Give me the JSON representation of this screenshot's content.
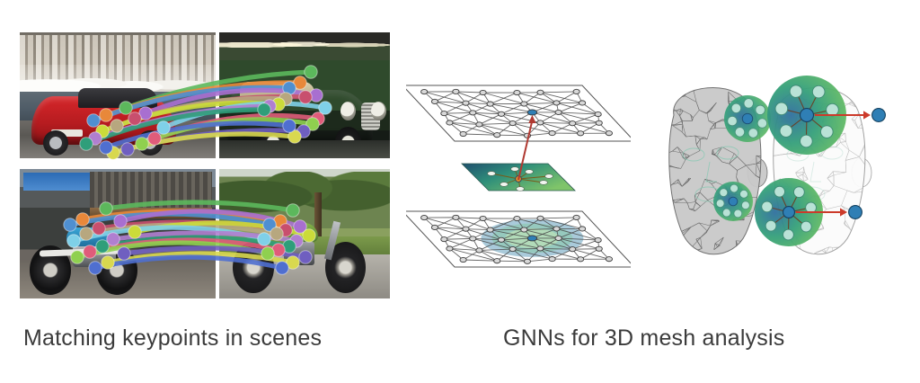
{
  "figure": {
    "title_left": "Matching keypoints in scenes",
    "title_right": "GNNs for 3D mesh analysis",
    "panels": [
      {
        "id": "matching-keypoints",
        "caption": "Matching keypoints in scenes",
        "rows": [
          {
            "id": "cars-row",
            "left_image": {
              "name": "red-sports-car-harbour",
              "description": "Red Ferrari convertible photographed from rear three-quarter with a marina of white yachts and a hillside city skyline behind",
              "dominant_colors": [
                "#c2232a",
                "#6f7a84",
                "#efece3"
              ]
            },
            "right_image": {
              "name": "green-vintage-car-showroom",
              "description": "Dark green vintage Mercedes saloon in an indoor showroom with green drape backdrop and ceiling lights",
              "dominant_colors": [
                "#134a27",
                "#2f4a2c",
                "#d9cfae"
              ]
            }
          },
          {
            "id": "motorbikes-row",
            "left_image": {
              "name": "blue-classic-motorcycle",
              "description": "Classic motorcycle with blue fuel tank parked on paving in front of a shop wall, other bikes behind",
              "dominant_colors": [
                "#3aa7d8",
                "#3c3f3d",
                "#8e877d"
              ]
            },
            "right_image": {
              "name": "green-dirt-bike-driveway",
              "description": "Green off-road motorcycle on a concrete driveway with trees, grass and a house behind",
              "dominant_colors": [
                "#86b44a",
                "#6d8450",
                "#b5b2aa"
              ]
            }
          }
        ],
        "keypoint_palette": [
          "#5cb85c",
          "#e8883a",
          "#4f8fd0",
          "#a86fd0",
          "#c84f6e",
          "#b7a77f",
          "#cbdb3a",
          "#7fd0e8",
          "#b07fd0",
          "#2f9e7a",
          "#e05c7a",
          "#8fd04f",
          "#6f5fc0",
          "#d8d84f",
          "#4f6fd0"
        ],
        "match_line_count": 15
      },
      {
        "id": "gnn-mesh",
        "caption": "GNNs for 3D mesh analysis",
        "diagrams": [
          {
            "id": "stacked-graph-planes",
            "description": "Three stacked layers: an upper triangulated graph plane receiving a red arrow at one highlighted node, a small middle heat-map patch showing the local aggregation kernel, and a lower triangulated graph plane with a green diffused activation region",
            "layers": [
              {
                "name": "output-graph-plane",
                "position": "top",
                "highlight_node_color": "#2f7fb5",
                "node_color": "#d8d8d8",
                "edge_color": "#4a4a4a"
              },
              {
                "name": "aggregation-kernel-patch",
                "position": "middle",
                "surface_colors": [
                  "#1f4f6e",
                  "#2f8f7a",
                  "#7fc46a"
                ],
                "center_node_color": "#e08a2a"
              },
              {
                "name": "input-graph-plane",
                "position": "bottom",
                "activation_colors": [
                  "#2f7fa5",
                  "#62b58f",
                  "#a8d8a0"
                ],
                "highlight_node_color": "#2f7fb5"
              }
            ],
            "arrow_color": "#b03a32"
          },
          {
            "id": "head-meshes",
            "description": "Two triangulated 3D head meshes; the left solid grey mesh carries two green circular receptive-field patches, the right faded mesh shows those patches magnified with a ring of neighbour nodes feeding a central node and a red arrow producing a blue output node",
            "meshes": [
              {
                "name": "left-head-mesh",
                "shading": "solid-grey",
                "wireframe_color": "#6a6a6a",
                "patch_count": 2
              },
              {
                "name": "right-head-mesh",
                "shading": "faded-grey",
                "wireframe_color": "#9e9e9e",
                "patch_count": 2
              }
            ],
            "patch_detail": {
              "neighbour_node_color": "#b9e2d6",
              "center_node_color": "#2f7fb5",
              "output_node_color": "#2f7fb5",
              "disk_colors": [
                "#2f6f9e",
                "#35a07a",
                "#6fc25f"
              ],
              "arrow_color": "#cc3a2a",
              "neighbour_count": 7
            }
          }
        ]
      }
    ],
    "background_color": "#ffffff",
    "caption_color": "#3b3b3b"
  }
}
